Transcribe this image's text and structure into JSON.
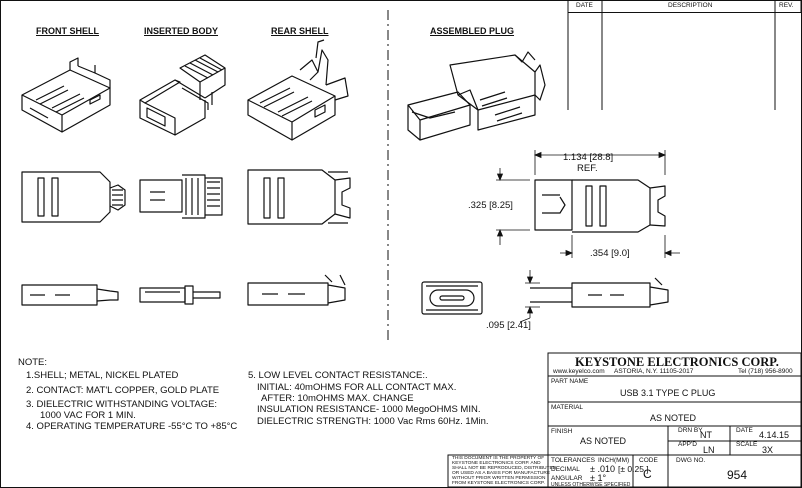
{
  "revision_block": {
    "headers": [
      "DATE",
      "DESCRIPTION",
      "REV."
    ]
  },
  "views": {
    "front_shell": "FRONT SHELL",
    "inserted_body": "INSERTED BODY",
    "rear_shell": "REAR SHELL",
    "assembled_plug": "ASSEMBLED PLUG"
  },
  "dimensions": {
    "length": "1.134 [28.8]",
    "length_ref": "REF.",
    "height": ".325 [8.25]",
    "rear_width": ".354 [9.0]",
    "thickness": ".095 [2.41]"
  },
  "notes": {
    "title": "NOTE:",
    "left": [
      "1.SHELL; METAL, NICKEL PLATED",
      "2. CONTACT: MAT'L COPPER, GOLD PLATE",
      "3. DIELECTRIC WITHSTANDING VOLTAGE:",
      "1000 VAC FOR 1 MIN.",
      "4. OPERATING TEMPERATURE -55°C TO +85°C"
    ],
    "right": [
      "5. LOW LEVEL CONTACT RESISTANCE:.",
      "INITIAL: 40mOHMS FOR ALL CONTACT MAX.",
      "AFTER: 10mOHMS MAX. CHANGE",
      "INSULATION RESISTANCE- 1000 MegoOHMS MIN.",
      "DIELECTRIC STRENGTH: 1000 Vac Rms 60Hz. 1Min."
    ]
  },
  "title_block": {
    "company": "KEYSTONE ELECTRONICS CORP.",
    "web": "www.keyelco.com",
    "address": "ASTORIA, N.Y. 11105-2017",
    "tel": "Tel (718) 956-8900",
    "part_name_label": "PART NAME",
    "part_name": "USB 3.1 TYPE C PLUG",
    "material_label": "MATERIAL",
    "material": "AS NOTED",
    "finish_label": "FINISH",
    "finish": "AS NOTED",
    "drn_by_label": "DRN BY",
    "drn_by": "NT",
    "date_label": "DATE",
    "date": "4.14.15",
    "appd_label": "APP'D",
    "appd": "LN",
    "scale_label": "SCALE",
    "scale": "3X",
    "tolerances_label": "TOLERANCES",
    "inch_label": "INCH",
    "mm_label": "(MM)",
    "decimal_label": "DECIMAL",
    "decimal_tol": "± .010",
    "decimal_tol_mm": "[± 0.25 ]",
    "angular_label": "ANGULAR",
    "angular_tol": "± 1°",
    "unless": "UNLESS OTHERWISE SPECIFIED",
    "code_label": "CODE",
    "code": "C",
    "dwg_no_label": "DWG NO.",
    "dwg_no": "954",
    "proprietary": [
      "THIS DOCUMENT IS THE PROPERTY OF",
      "KEYSTONE ELECTRONICS CORP. AND",
      "SHALL NOT BE REPRODUCED, DISTRIBUTED",
      "OR USED AS A BASIS FOR MANUFACTURE",
      "WITHOUT PRIOR WRITTEN PERMISSION",
      "FROM KEYSTONE ELECTRONICS CORP."
    ]
  }
}
